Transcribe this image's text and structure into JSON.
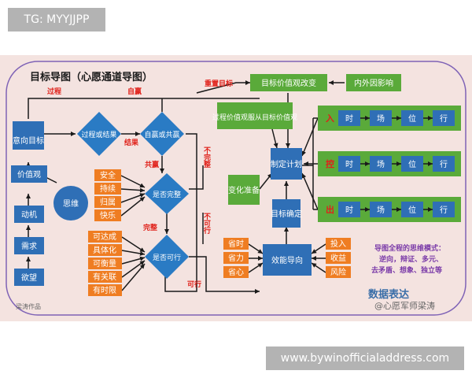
{
  "top_tag": "TG: MYYJJPP",
  "bottom_watermark": "www.bywinofficialaddress.com",
  "diagram": {
    "title": "目标导图（心愿通道导图）",
    "left_chain": [
      "欲望",
      "需求",
      "动机",
      "价值观",
      "意向目标"
    ],
    "thinking": "思维",
    "diamonds": {
      "process_or_result": "过程或结果",
      "win_or_mutual": "自赢或共赢",
      "complete": "是否完整",
      "feasible": "是否可行"
    },
    "complete_items": [
      "安全",
      "持续",
      "归属",
      "快乐"
    ],
    "feasible_items": [
      "可达成",
      "具体化",
      "可衡量",
      "有关联",
      "有时限"
    ],
    "edge_labels": {
      "process": "过程",
      "self_win": "自赢",
      "result": "结果",
      "mutual_win": "共赢",
      "reset_goal": "重置目标",
      "incomplete": "不完整",
      "complete": "完整",
      "infeasible": "不可行",
      "feasible": "可行"
    },
    "value_change": "目标价值观改变",
    "external": "内外因影响",
    "obey": "过程价值观服从目标价值观",
    "make_plan": "制定计划",
    "prepare": "变化准备",
    "confirm": "目标确定",
    "efficiency": "效能导向",
    "stages": [
      "入",
      "控",
      "出"
    ],
    "stage_steps": [
      "时",
      "场",
      "位",
      "行"
    ],
    "left_effects": [
      "省时",
      "省力",
      "省心"
    ],
    "right_effects": [
      "投入",
      "收益",
      "风险"
    ],
    "mode_title": "导图全程的思维模式：",
    "mode_line1": "逆向，辩证、多元、",
    "mode_line2": "去矛盾、想象、独立等",
    "data_express": "数据表达",
    "author_left": "梁涛作品",
    "author_right": "@心愿军师梁涛"
  },
  "colors": {
    "background": "#f4e3e0",
    "frame": "#7f63b6",
    "blue_box": "#2f6fb6",
    "diamond": "#2a7bc4",
    "green": "#5aaa3a",
    "orange": "#ef7d22",
    "red_text": "#e0211a",
    "purple_text": "#7a3aa8"
  }
}
